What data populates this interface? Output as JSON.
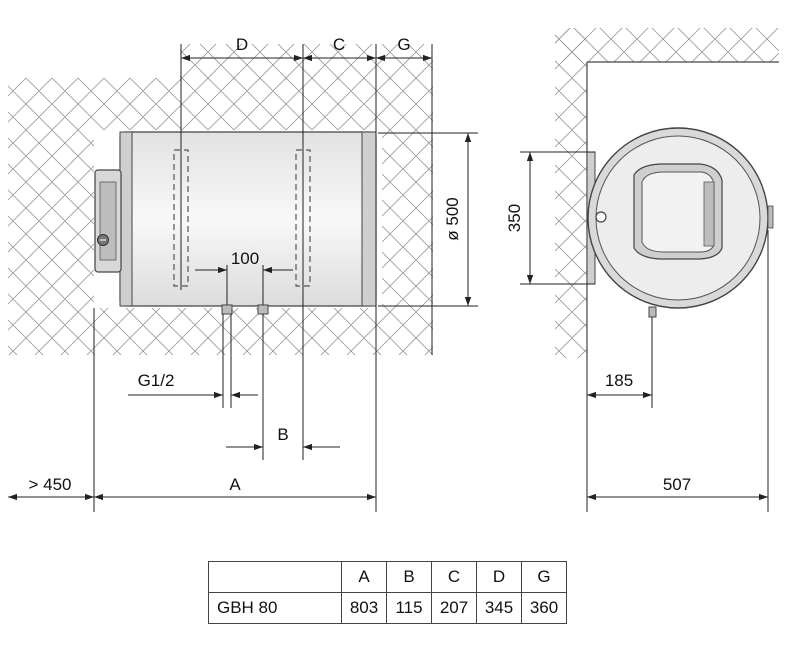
{
  "front_view": {
    "dim_d": "D",
    "dim_c": "C",
    "dim_g": "G",
    "dim_100": "100",
    "dim_diameter": "ø 500",
    "dim_thread": "G1/2",
    "dim_b": "B",
    "dim_min_clearance": "> 450",
    "dim_a": "A"
  },
  "side_view": {
    "dim_350": "350",
    "dim_185": "185",
    "dim_507": "507"
  },
  "spec_table": {
    "headers": [
      "",
      "A",
      "B",
      "C",
      "D",
      "G"
    ],
    "rows": [
      {
        "model": "GBH 80",
        "values": [
          "803",
          "115",
          "207",
          "345",
          "360"
        ]
      }
    ]
  }
}
